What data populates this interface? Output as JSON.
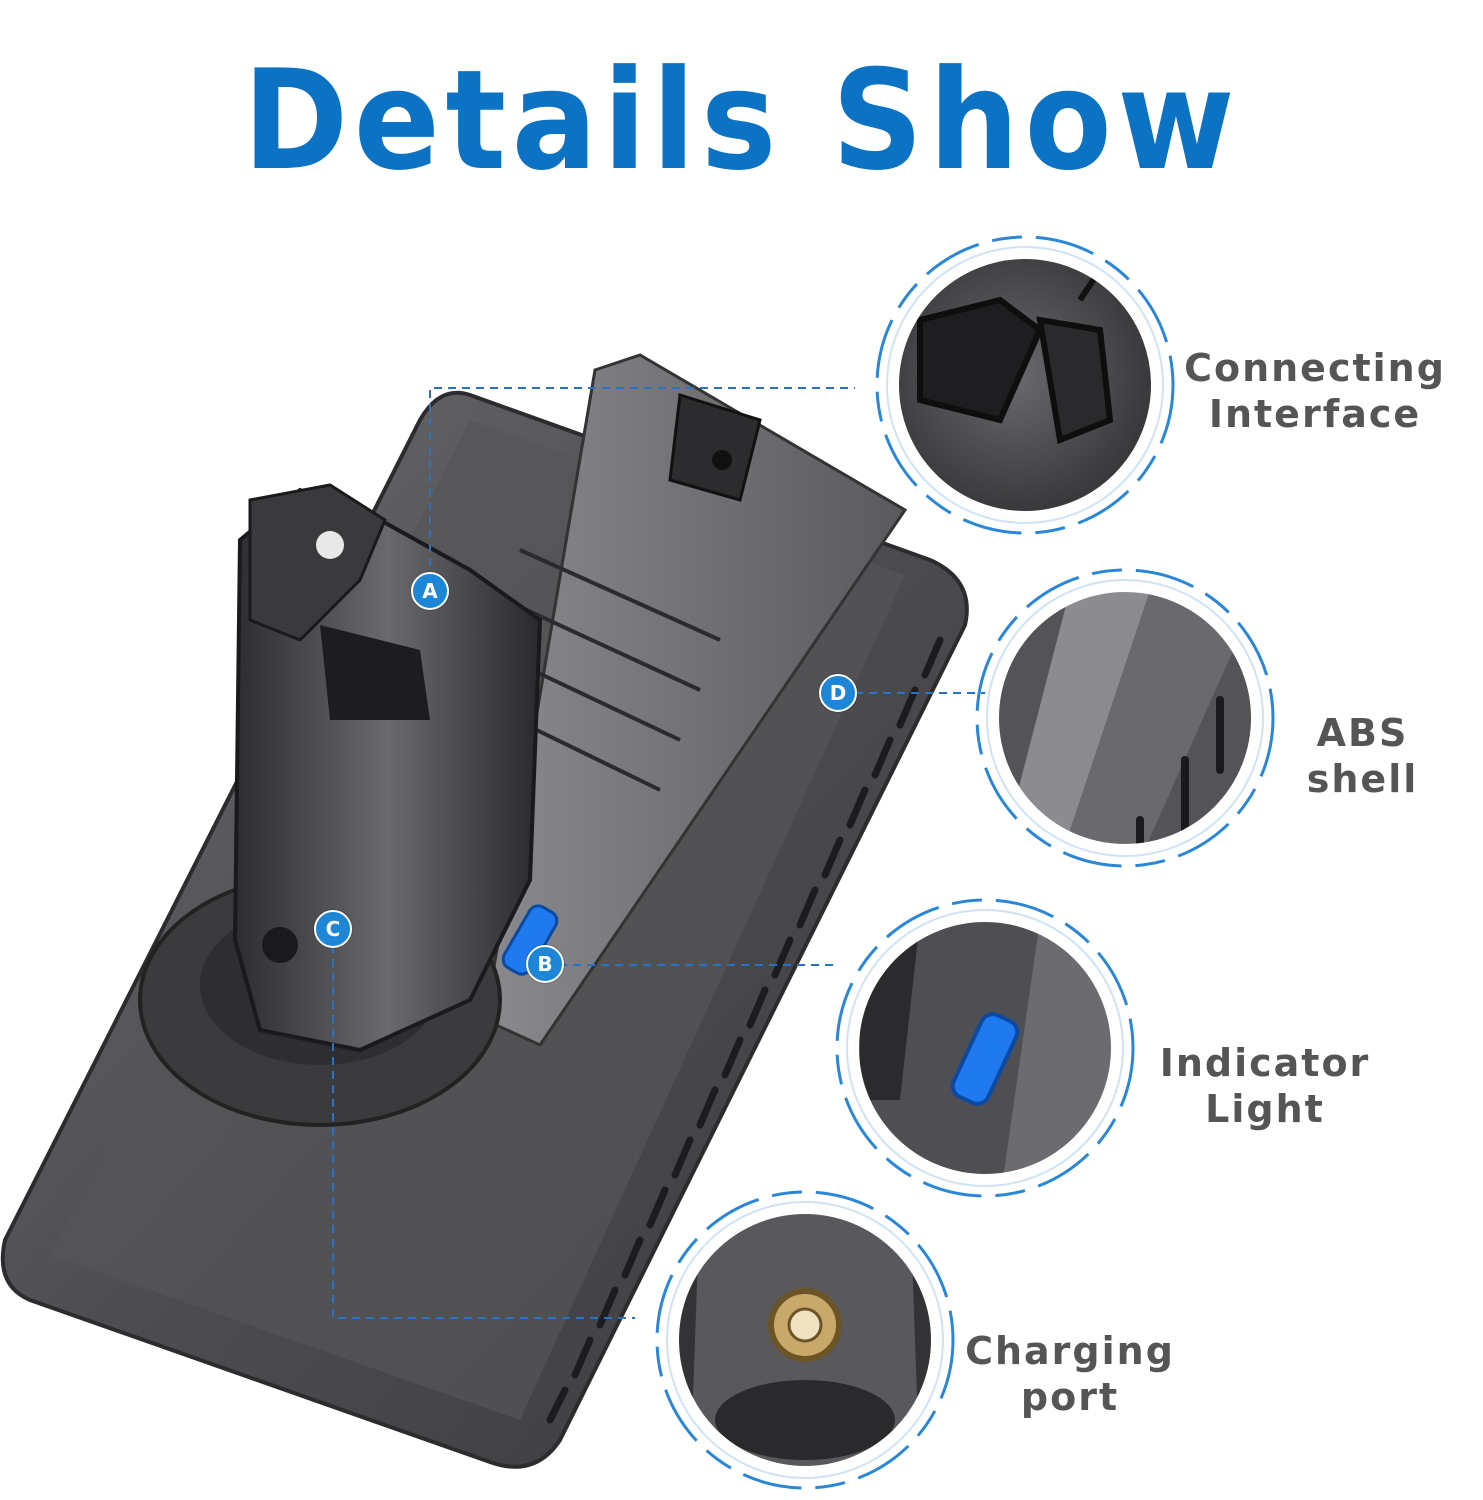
{
  "title": "Details Show",
  "colors": {
    "title": "#0c72c4",
    "accent": "#1e86d6",
    "label": "#555555",
    "battery": "#4a4a4d"
  },
  "markers": [
    "A",
    "B",
    "C",
    "D"
  ],
  "callouts": [
    {
      "id": "connecting-interface",
      "line1": "Connecting",
      "line2": "Interface"
    },
    {
      "id": "abs-shell",
      "line1": "ABS",
      "line2": "shell"
    },
    {
      "id": "indicator-light",
      "line1": "Indicator",
      "line2": "Light"
    },
    {
      "id": "charging-port",
      "line1": "Charging",
      "line2": "port"
    }
  ]
}
